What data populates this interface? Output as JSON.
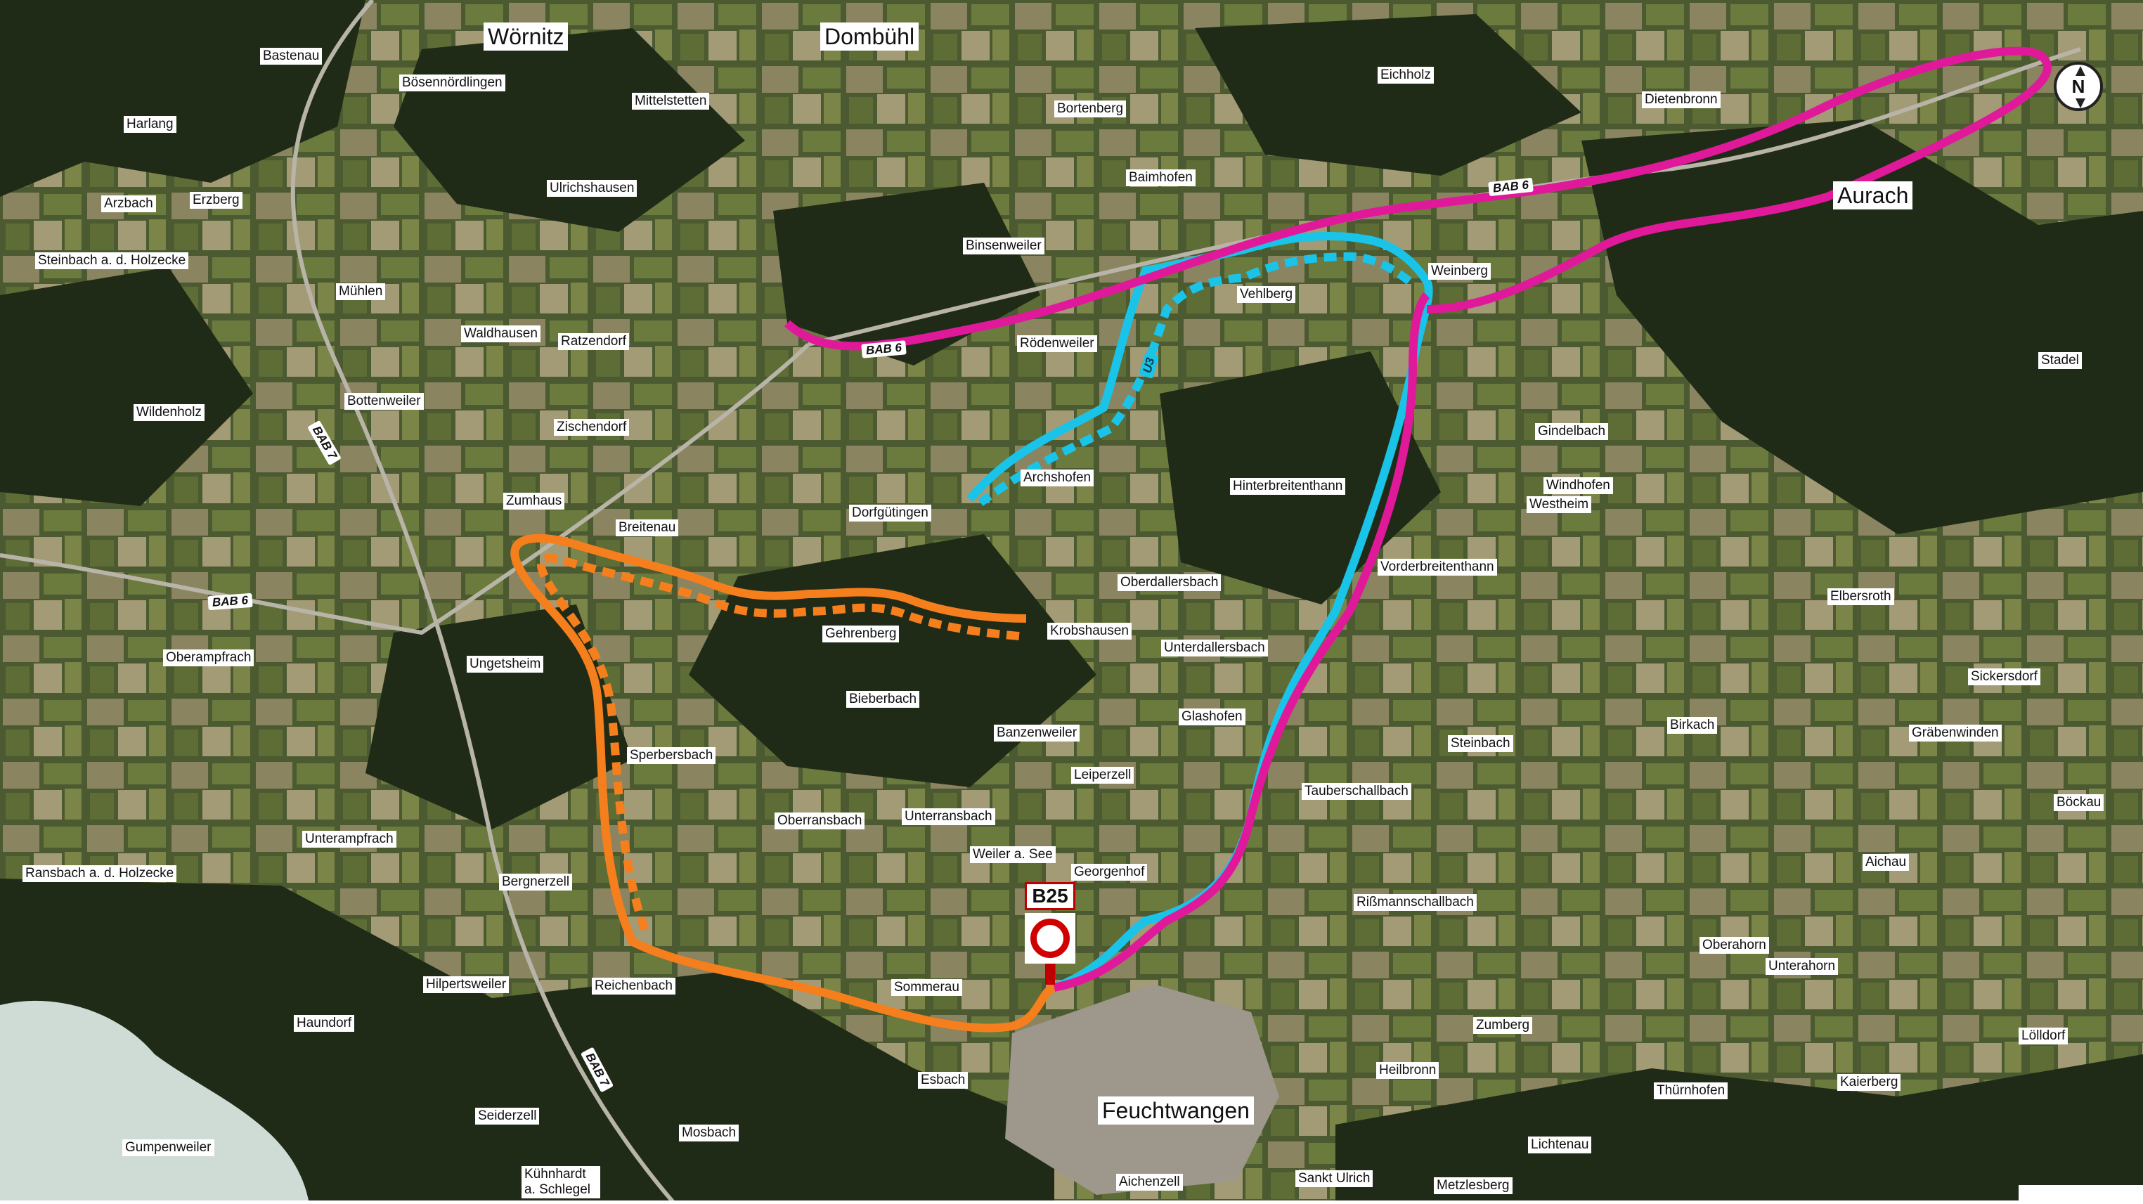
{
  "map": {
    "colors": {
      "base": "#2b3a21",
      "forest": "#1e2a17",
      "field_light": "#8f8a63",
      "field_green": "#5f6f3a",
      "lake": "#cfdcd6",
      "route_magenta": "#e0199b",
      "route_cyan": "#1ac3e8",
      "route_orange": "#f57f1d"
    },
    "places": [
      {
        "name": "Wörnitz",
        "size": "big"
      },
      {
        "name": "Dombühl",
        "size": "big"
      },
      {
        "name": "Aurach",
        "size": "big"
      },
      {
        "name": "Feuchtwangen",
        "size": "big"
      },
      {
        "name": "Bastenau"
      },
      {
        "name": "Bösennördlingen"
      },
      {
        "name": "Mittelstetten"
      },
      {
        "name": "Bortenberg"
      },
      {
        "name": "Eichholz"
      },
      {
        "name": "Dietenbronn"
      },
      {
        "name": "Harlang"
      },
      {
        "name": "Ulrichshausen"
      },
      {
        "name": "Baimhofen"
      },
      {
        "name": "Arzbach"
      },
      {
        "name": "Erzberg"
      },
      {
        "name": "Steinbach a. d. Holzecke"
      },
      {
        "name": "Binsenweiler"
      },
      {
        "name": "Weinberg"
      },
      {
        "name": "Mühlen"
      },
      {
        "name": "Vehlberg"
      },
      {
        "name": "Waldhausen"
      },
      {
        "name": "Ratzendorf"
      },
      {
        "name": "Rödenweiler"
      },
      {
        "name": "Stadel"
      },
      {
        "name": "Bottenweiler"
      },
      {
        "name": "Wildenholz"
      },
      {
        "name": "Zischendorf"
      },
      {
        "name": "Gindelbach"
      },
      {
        "name": "Archshofen"
      },
      {
        "name": "Hinterbreitenthann"
      },
      {
        "name": "Windhofen"
      },
      {
        "name": "Westheim"
      },
      {
        "name": "Zumhaus"
      },
      {
        "name": "Dorfgütingen"
      },
      {
        "name": "Breitenau"
      },
      {
        "name": "Vorderbreitenthann"
      },
      {
        "name": "Oberdallersbach"
      },
      {
        "name": "Elbersroth"
      },
      {
        "name": "Krobshausen"
      },
      {
        "name": "Gehrenberg"
      },
      {
        "name": "Unterdallersbach"
      },
      {
        "name": "Oberampfrach"
      },
      {
        "name": "Ungetsheim"
      },
      {
        "name": "Sickersdorf"
      },
      {
        "name": "Bieberbach"
      },
      {
        "name": "Glashofen"
      },
      {
        "name": "Birkach"
      },
      {
        "name": "Banzenweiler"
      },
      {
        "name": "Gräbenwinden"
      },
      {
        "name": "Sperbersbach"
      },
      {
        "name": "Steinbach"
      },
      {
        "name": "Leiperzell"
      },
      {
        "name": "Tauberschallbach"
      },
      {
        "name": "Oberransbach"
      },
      {
        "name": "Unterransbach"
      },
      {
        "name": "Böckau"
      },
      {
        "name": "Unterampfrach"
      },
      {
        "name": "Weiler a. See"
      },
      {
        "name": "Aichau"
      },
      {
        "name": "Ransbach a. d. Holzecke"
      },
      {
        "name": "Georgenhof"
      },
      {
        "name": "Bergnerzell"
      },
      {
        "name": "Rißmannschallbach"
      },
      {
        "name": "Oberahorn"
      },
      {
        "name": "Unterahorn"
      },
      {
        "name": "Hilpertsweiler"
      },
      {
        "name": "Reichenbach"
      },
      {
        "name": "Sommerau"
      },
      {
        "name": "Haundorf"
      },
      {
        "name": "Zumberg"
      },
      {
        "name": "Lölldorf"
      },
      {
        "name": "Esbach"
      },
      {
        "name": "Heilbronn"
      },
      {
        "name": "Thürnhofen"
      },
      {
        "name": "Kaierberg"
      },
      {
        "name": "Seiderzell"
      },
      {
        "name": "Mosbach"
      },
      {
        "name": "Lichtenau"
      },
      {
        "name": "Gumpenweiler"
      },
      {
        "name": "Kühnhardt a. Schlegel"
      },
      {
        "name": "Aichenzell"
      },
      {
        "name": "Sankt Ulrich"
      },
      {
        "name": "Metzlesberg"
      }
    ],
    "roads": [
      {
        "label": "BAB 6",
        "which": "a6-east"
      },
      {
        "label": "BAB 6",
        "which": "a6-west"
      },
      {
        "label": "BAB 6",
        "which": "a6-south"
      },
      {
        "label": "BAB 7",
        "which": "a7-north"
      },
      {
        "label": "BAB 7",
        "which": "a7-south"
      }
    ],
    "route_label": "U3",
    "sign": {
      "label": "B25"
    },
    "compass": {
      "label": "N"
    }
  }
}
